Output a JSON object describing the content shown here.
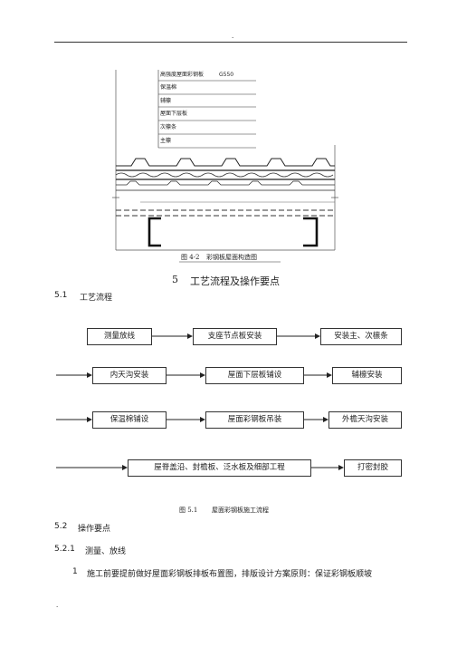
{
  "header": {
    "mark": "."
  },
  "figure42": {
    "layer_labels": [
      "高强度屋面彩钢板",
      "保温棉",
      "辅檩",
      "屋面下层板",
      "次檩条",
      "主檩"
    ],
    "spec": "G550",
    "caption_number": "图 4-2",
    "caption_text": "彩钢板屋面构造图"
  },
  "section5": {
    "number": "5",
    "title": "工艺流程及操作要点"
  },
  "sub51": {
    "number": "5.1",
    "title": "工艺流程"
  },
  "flow": {
    "row1": [
      "测量放线",
      "支座节点板安装",
      "安装主、次檩条"
    ],
    "row2": [
      "内天沟安装",
      "屋面下层板铺设",
      "辅檩安装"
    ],
    "row3": [
      "保温棉铺设",
      "屋面彩钢板吊装",
      "外檐天沟安装"
    ],
    "row4": [
      "屋脊盖沿、封檐板、泛水板及细部工程",
      "打密封胶"
    ]
  },
  "figure51": {
    "number": "图 5.1",
    "text": "屋面彩钢板施工流程"
  },
  "sub52": {
    "number": "5.2",
    "title": "操作要点"
  },
  "sub521": {
    "number": "5.2.1",
    "title": "测量、放线"
  },
  "para1": {
    "number": "1",
    "text": "施工前要提前做好屋面彩钢板排板布置图，排版设计方案原则：保证彩钢板顺坡"
  },
  "footer": {
    "mark": "."
  }
}
